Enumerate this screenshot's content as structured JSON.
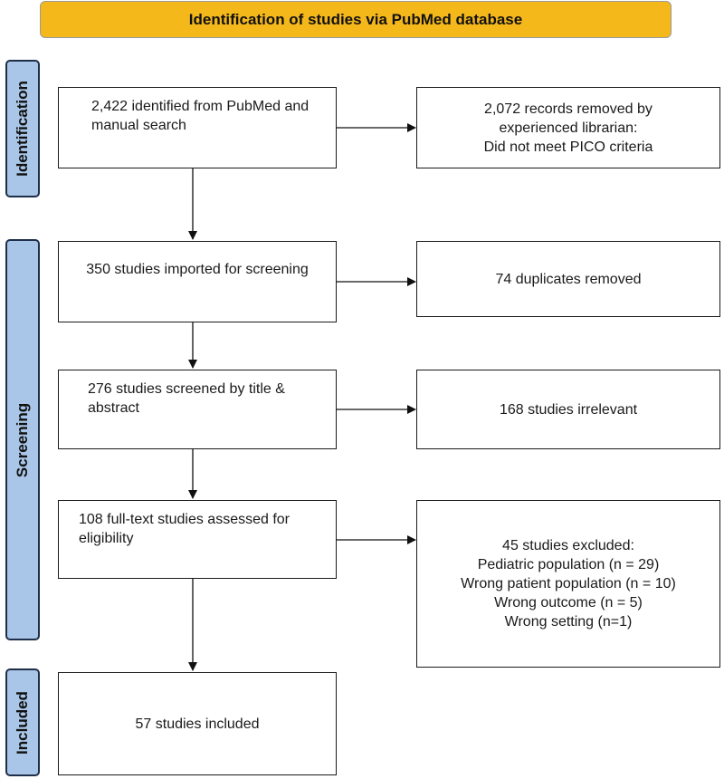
{
  "header": {
    "title": "Identification of studies via PubMed database"
  },
  "phases": {
    "identification": "Identification",
    "screening": "Screening",
    "included": "Included"
  },
  "boxes": {
    "identified": "2,422 identified from PubMed and manual search",
    "records_removed": {
      "line1": "2,072 records removed by",
      "line2": "experienced librarian:",
      "line3": "Did not meet PICO criteria"
    },
    "imported": "350 studies imported for screening",
    "duplicates": "74 duplicates removed",
    "screened": "276 studies screened by title & abstract",
    "irrelevant": "168 studies irrelevant",
    "full_text": "108 full-text studies assessed for eligibility",
    "excluded": {
      "heading": "45 studies excluded:",
      "reasons": [
        "Pediatric population (n = 29)",
        "Wrong patient population (n = 10)",
        "Wrong outcome (n = 5)",
        "Wrong setting (n=1)"
      ]
    },
    "included": "57 studies included"
  }
}
